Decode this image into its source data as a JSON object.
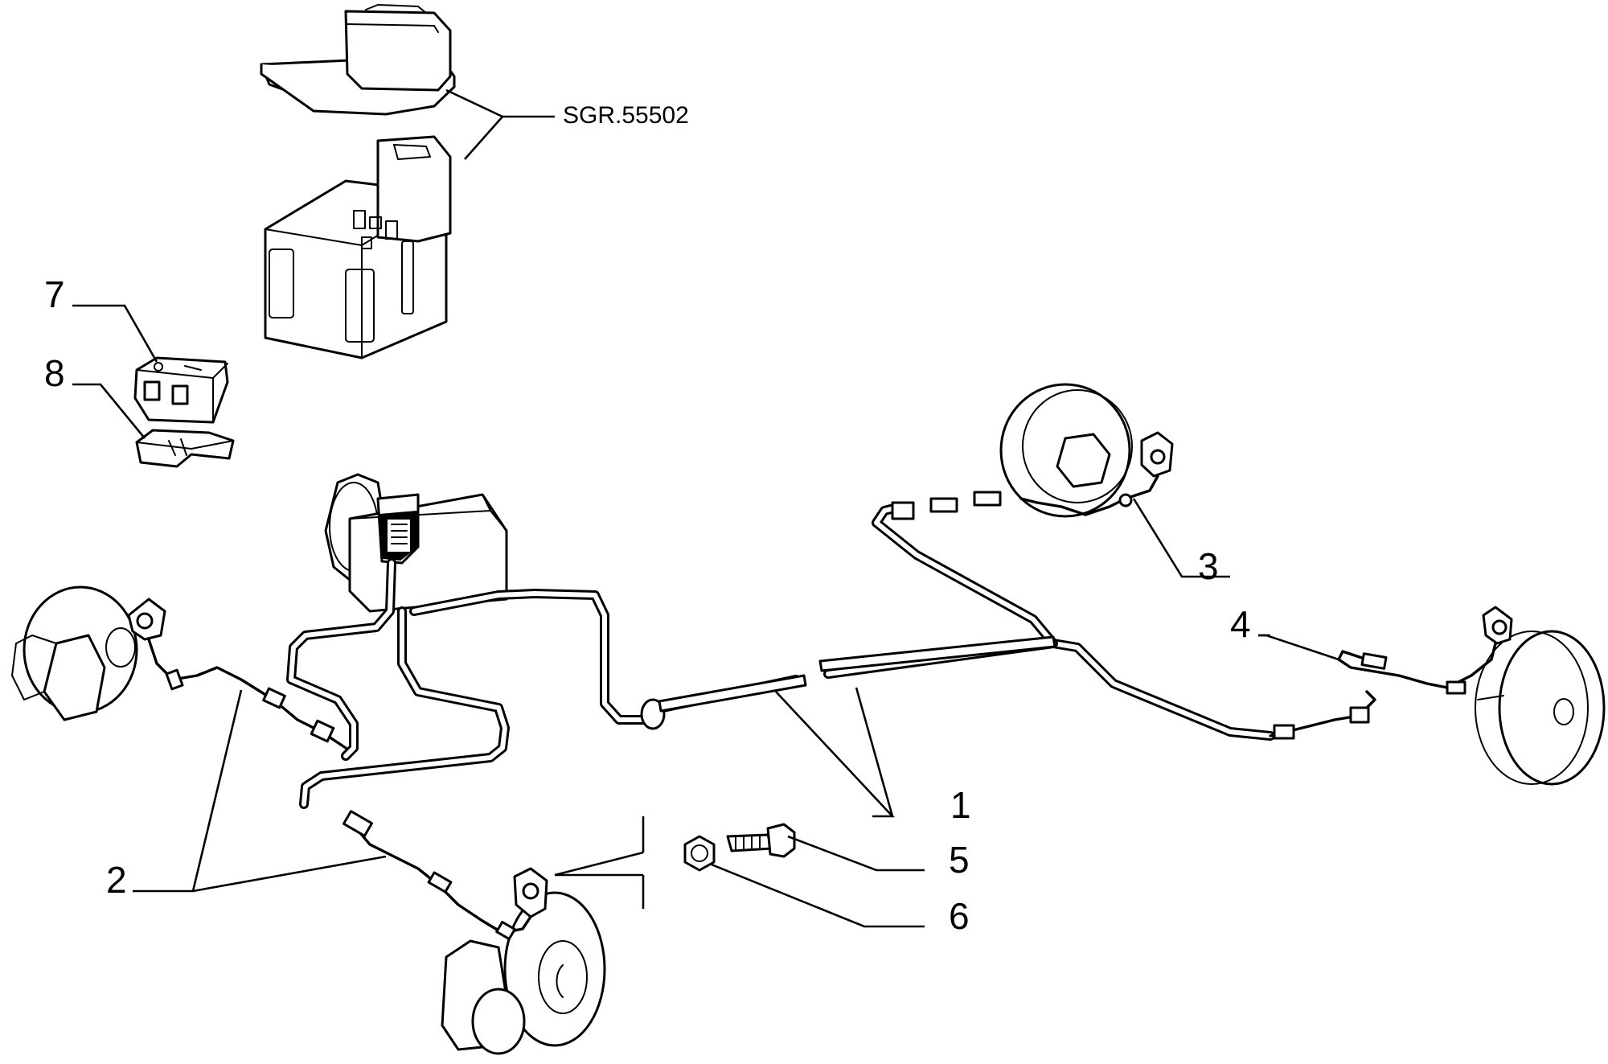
{
  "diagram": {
    "reference_label": "SGR.55502",
    "callouts": [
      {
        "id": "1",
        "text": "1"
      },
      {
        "id": "2",
        "text": "2"
      },
      {
        "id": "3",
        "text": "3"
      },
      {
        "id": "4",
        "text": "4"
      },
      {
        "id": "5",
        "text": "5"
      },
      {
        "id": "6",
        "text": "6"
      },
      {
        "id": "7",
        "text": "7"
      },
      {
        "id": "8",
        "text": "8"
      }
    ]
  }
}
